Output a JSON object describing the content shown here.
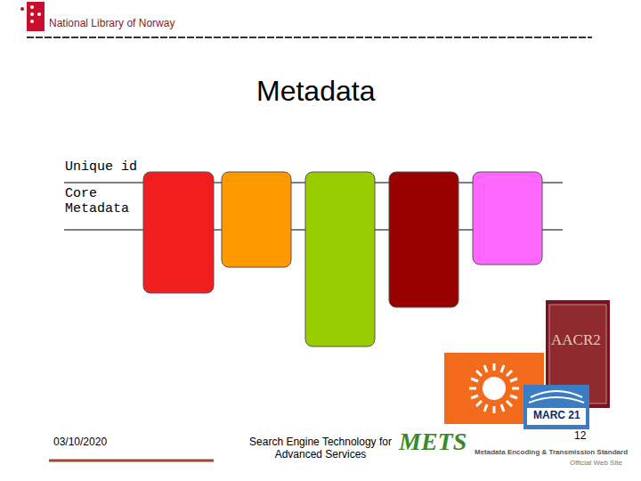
{
  "diagram": {
    "title": "Metadata",
    "labels": [
      "National Library of Norway",
      "Unique id",
      "Core Metadata",
      "AACR2",
      "MARC 21",
      "METS",
      "Metadata Encoding & Transmission Standard",
      "Official Web Site",
      "03/10/2020",
      "Search Engine Technology for Advanced Services",
      "12"
    ]
  }
}
